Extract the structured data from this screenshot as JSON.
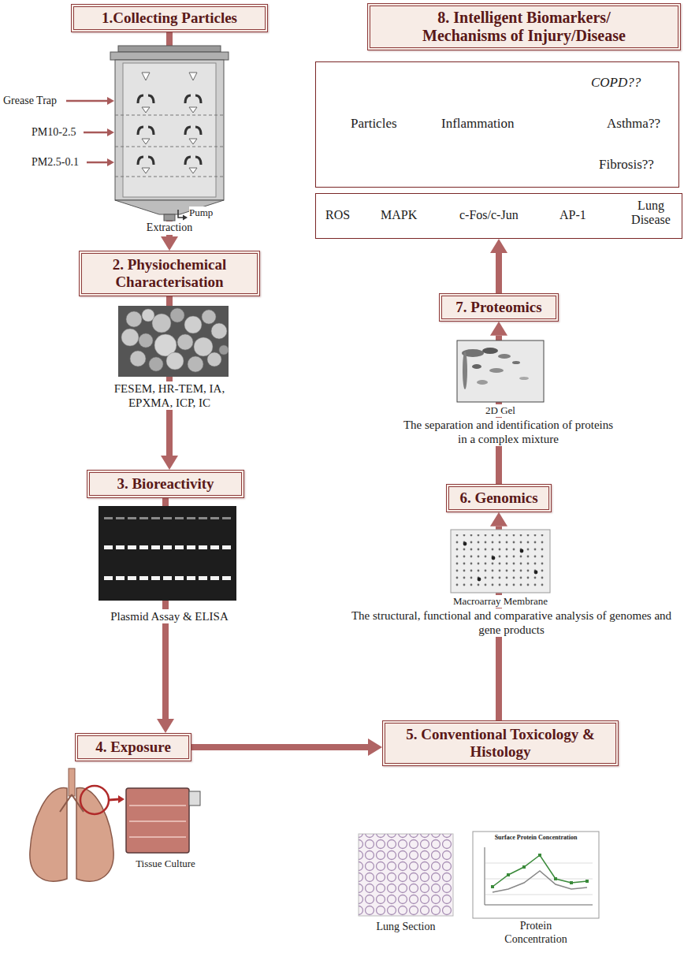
{
  "diagram": {
    "nodes": [
      {
        "text": [
          "1.Collecting Particles"
        ]
      },
      {
        "text": [
          "2. Physiochemical Characterisation"
        ]
      },
      {
        "text": [
          "3. Bioreactivity"
        ]
      },
      {
        "text": [
          "4. Exposure"
        ]
      },
      {
        "text": [
          "5. Conventional Toxicology & Histology"
        ]
      },
      {
        "text": [
          "6. Genomics"
        ]
      },
      {
        "text": [
          "7. Proteomics"
        ]
      },
      {
        "text": [
          "8. Intelligent Biomarkers/ Mechanisms of Injury/Disease"
        ]
      },
      {
        "text": []
      },
      {
        "text": [
          "Particles"
        ],
        "in": 8
      },
      {
        "text": [
          "Inflammation"
        ],
        "in": 8
      },
      {
        "text": [
          "COPD??"
        ],
        "in": 8
      },
      {
        "text": [
          "Asthma??"
        ],
        "in": 8
      },
      {
        "text": [
          "Fibrosis??"
        ],
        "in": 8
      },
      {
        "text": []
      },
      {
        "text": [
          "ROS"
        ],
        "in": 14
      },
      {
        "text": [
          "MAPK"
        ],
        "in": 14
      },
      {
        "text": [
          "c-Fos/c-Jun"
        ],
        "in": 14
      },
      {
        "text": [
          "AP-1"
        ],
        "in": 14
      },
      {
        "text": [
          "Lung Disease"
        ],
        "in": 14
      }
    ],
    "edges": [
      {
        "from": 0,
        "to": 1,
        "arrow": "to"
      },
      {
        "from": 1,
        "to": 2,
        "arrow": "to"
      },
      {
        "from": 2,
        "to": 3,
        "arrow": "to"
      },
      {
        "from": 3,
        "to": 4,
        "arrow": "to"
      },
      {
        "from": 4,
        "to": 5,
        "arrow": "to"
      },
      {
        "from": 5,
        "to": 6,
        "arrow": "to"
      },
      {
        "from": 6,
        "to": 14,
        "arrow": "to"
      },
      {
        "from": 9,
        "to": 10,
        "arrow": "to"
      },
      {
        "from": 10,
        "to": 11,
        "arrow": "to"
      },
      {
        "from": 10,
        "to": 12,
        "arrow": "to"
      },
      {
        "from": 10,
        "to": 13,
        "arrow": "to"
      },
      {
        "from": 15,
        "to": 16,
        "arrow": "to"
      },
      {
        "from": 16,
        "to": 17,
        "arrow": "to"
      },
      {
        "from": 17,
        "to": 18,
        "arrow": "to"
      },
      {
        "from": 18,
        "to": 19,
        "arrow": "to"
      }
    ],
    "labels": [
      "Grease Trap",
      "PM10-2.5",
      "PM2.5-0.1",
      "Pump",
      "Extraction",
      "FESEM, HR-TEM, IA, EPXMA, ICP, IC",
      "Plasmid Assay & ELISA",
      "Tissue Culture",
      "Lung Section",
      "Surface Protein Concentration",
      "Protein Concentration",
      "Macroarray Membrane",
      "The structural, functional and comparative analysis of genomes and gene products",
      "2D Gel",
      "The separation and identification of proteins in a complex mixture"
    ]
  }
}
